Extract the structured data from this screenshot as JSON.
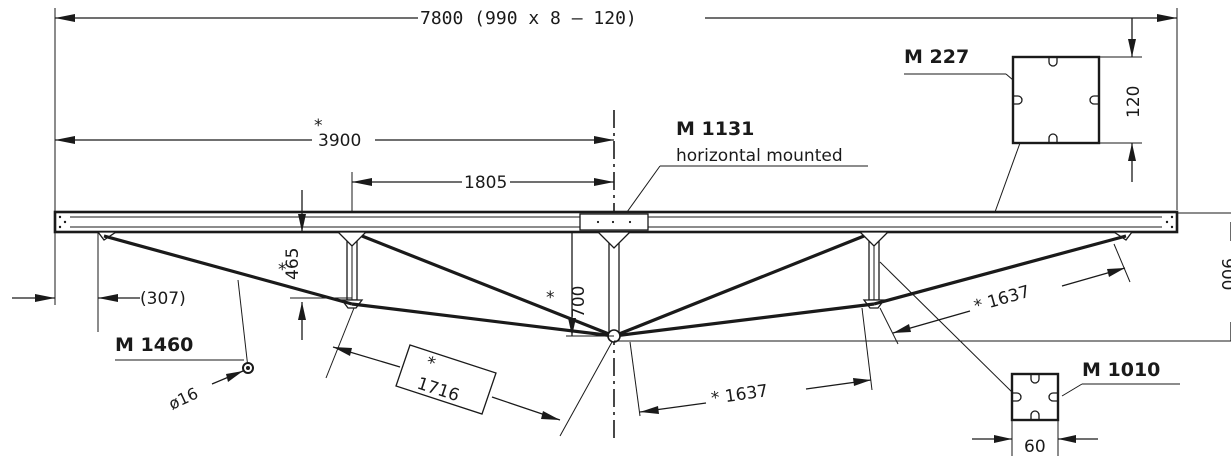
{
  "dimensions": {
    "overall": "7800 (990 x 8 – 120)",
    "half_span_star": "*",
    "half_span": "3900",
    "post_spacing": "1805",
    "bar_depth_star": "*",
    "bar_depth": "465",
    "truss_depth_star": "*",
    "truss_depth": "700",
    "end_offset": "(307)",
    "diag_left_star": "*",
    "diag_left": "1716",
    "diag_center_right": "* 1637",
    "diag_outer_right": "* 1637",
    "right_height_partial": "900",
    "rod_diameter": "ø16",
    "profile_m227_size": "120",
    "profile_m1010_size": "60"
  },
  "labels": {
    "m227": "M 227",
    "m1131": "M 1131",
    "m1131_note": "horizontal mounted",
    "m1460": "M 1460",
    "m1010": "M 1010"
  }
}
